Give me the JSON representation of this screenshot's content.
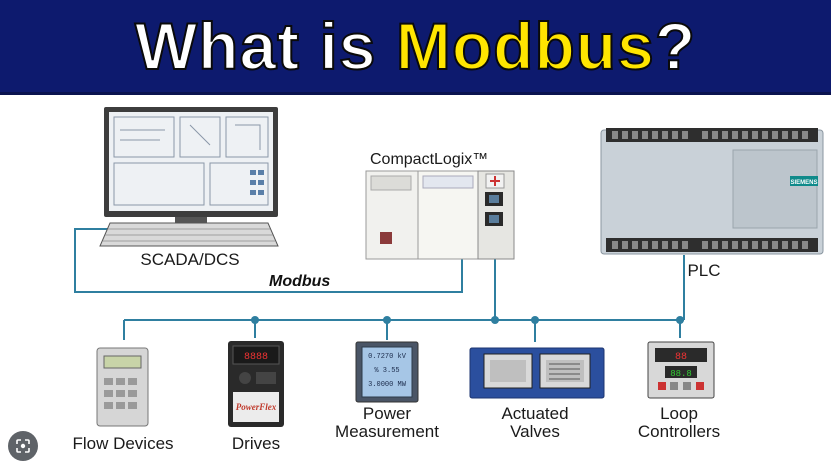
{
  "banner": {
    "title_part1": "What is ",
    "title_part2": "Modbus",
    "title_part3": "?"
  },
  "labels": {
    "compactlogix": "CompactLogix™",
    "scada": "SCADA/DCS",
    "modbus": "Modbus",
    "plc": "PLC",
    "flow_devices": "Flow Devices",
    "drives": "Drives",
    "power_line1": "Power",
    "power_line2": "Measurement",
    "actuated_line1": "Actuated",
    "actuated_line2": "Valves",
    "loop_line1": "Loop",
    "loop_line2": "Controllers"
  },
  "device_text": {
    "plc_brand": "SIEMENS",
    "drive_brand": "PowerFlex",
    "power_readout1": "0.7270 kV",
    "power_readout2": "% 3.55",
    "power_readout3": "3.0000 MW",
    "loop_display1": "88",
    "loop_display2": "88.8"
  },
  "colors": {
    "banner_bg": "#0d1a6e",
    "highlight": "#ffe500",
    "network_line": "#2f7fa0"
  },
  "icons": [
    "lens-search-icon"
  ]
}
